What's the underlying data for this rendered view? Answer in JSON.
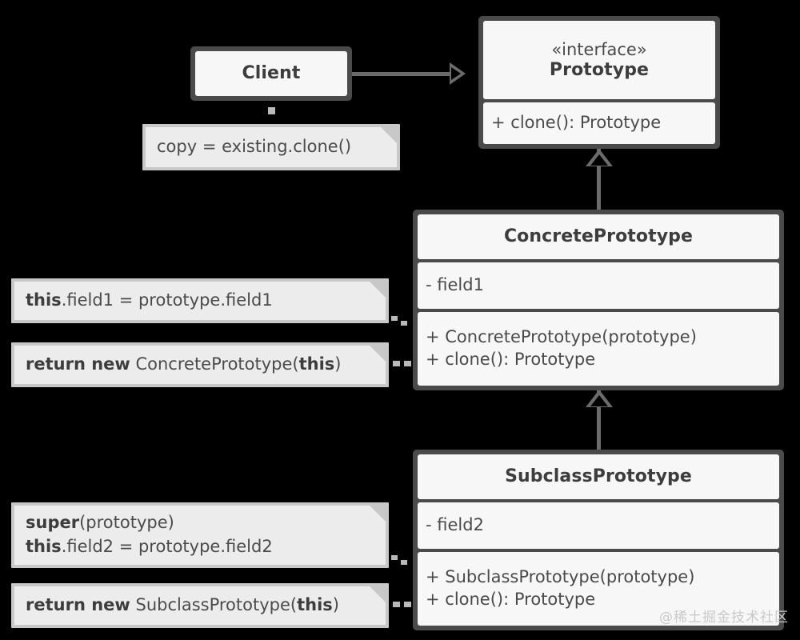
{
  "diagram": {
    "title": "Prototype design pattern UML class diagram",
    "colors": {
      "background": "#000000",
      "class_border": "#4a4a4a",
      "class_fill": "#f7f7f7",
      "note_fill": "#ececec",
      "note_shadow": "#c8c8c8",
      "connector": "#6b6b6b",
      "text": "#4b4b4b",
      "watermark": "#c9c9c9"
    }
  },
  "classes": {
    "client": {
      "name": "Client"
    },
    "prototype": {
      "stereotype": "«interface»",
      "name": "Prototype",
      "methods": [
        "+ clone(): Prototype"
      ]
    },
    "concrete_prototype": {
      "name": "ConcretePrototype",
      "fields": [
        "- field1"
      ],
      "methods": [
        "+ ConcretePrototype(prototype)",
        "+ clone(): Prototype"
      ]
    },
    "subclass_prototype": {
      "name": "SubclassPrototype",
      "fields": [
        "- field2"
      ],
      "methods": [
        "+ SubclassPrototype(prototype)",
        "+ clone(): Prototype"
      ]
    }
  },
  "notes": {
    "client_note": {
      "line1_plain": "copy = existing.clone()"
    },
    "concrete_copy_note": {
      "line1_bold": "this",
      "line1_rest": ".field1 = prototype.field1"
    },
    "concrete_clone_note": {
      "line1_bold": "return new",
      "line1_rest": " ConcretePrototype(",
      "line1_bold2": "this",
      "line1_tail": ")"
    },
    "subclass_copy_note": {
      "line1_bold": "super",
      "line1_rest": "(prototype)",
      "line2_bold": "this",
      "line2_rest": ".field2 = prototype.field2"
    },
    "subclass_clone_note": {
      "line1_bold": "return new",
      "line1_rest": " SubclassPrototype(",
      "line1_bold2": "this",
      "line1_tail": ")"
    }
  },
  "relations": {
    "client_to_prototype": "association",
    "concrete_to_prototype": "generalization",
    "subclass_to_concrete": "generalization"
  },
  "watermark": {
    "text": "@稀土掘金技术社区"
  }
}
